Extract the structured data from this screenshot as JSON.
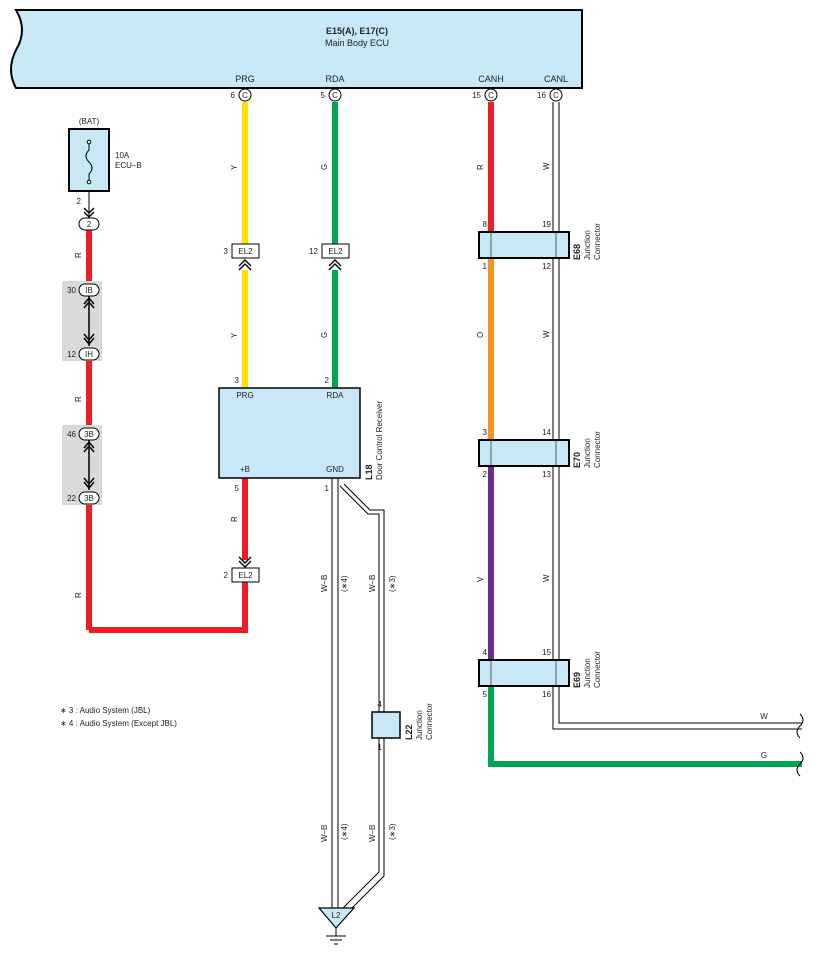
{
  "ecu": {
    "title": "E15(A), E17(C)",
    "subtitle": "Main Body ECU",
    "pins": [
      {
        "label": "PRG",
        "num": "6",
        "conn": "C"
      },
      {
        "label": "RDA",
        "num": "5",
        "conn": "C"
      },
      {
        "label": "CANH",
        "num": "15",
        "conn": "C"
      },
      {
        "label": "CANL",
        "num": "16",
        "conn": "C"
      }
    ]
  },
  "fuse": {
    "source": "(BAT)",
    "rating": "10A",
    "name": "ECU–B",
    "pin_out": "2",
    "conn_label": "2"
  },
  "connectors_left": [
    {
      "pin": "30",
      "label": "IB"
    },
    {
      "pin": "12",
      "label": "IH"
    },
    {
      "pin": "46",
      "label": "3B"
    },
    {
      "pin": "22",
      "label": "3B"
    }
  ],
  "el2": {
    "label": "EL2",
    "pins": {
      "prg": "3",
      "rda": "12",
      "plus_b": "2"
    }
  },
  "receiver": {
    "code": "L18",
    "name": "Door Control Receiver",
    "pins": {
      "prg": {
        "label": "PRG",
        "num": "3"
      },
      "rda": {
        "label": "RDA",
        "num": "2"
      },
      "plus_b": {
        "label": "+B",
        "num": "5"
      },
      "gnd": {
        "label": "GND",
        "num": "1"
      }
    }
  },
  "wire_colors": {
    "r": "R",
    "y": "Y",
    "g": "G",
    "w": "W",
    "o": "O",
    "v": "V",
    "wb": "W–B"
  },
  "variant_marks": {
    "star3": "(∗3)",
    "star4": "(∗4)"
  },
  "notes": [
    "∗ 3 : Audio System (JBL)",
    "∗ 4 : Audio System (Except JBL)"
  ],
  "junctions": [
    {
      "code": "E68",
      "title": "Junction",
      "sub": "Connector",
      "pins": {
        "tl": "8",
        "tr": "19",
        "bl": "1",
        "br": "12"
      }
    },
    {
      "code": "E70",
      "title": "Junction",
      "sub": "Connector",
      "pins": {
        "tl": "3",
        "tr": "14",
        "bl": "2",
        "br": "13"
      }
    },
    {
      "code": "E69",
      "title": "Junction",
      "sub": "Connector",
      "pins": {
        "tl": "4",
        "tr": "15",
        "bl": "5",
        "br": "16"
      }
    }
  ],
  "l22": {
    "code": "L22",
    "title": "Junction",
    "sub": "Connector",
    "pin_top": "4",
    "pin_bottom": "1"
  },
  "ground": {
    "label": "L2"
  },
  "out_wires": {
    "w": "W",
    "g": "G"
  },
  "colors": {
    "red": "#ee1c25",
    "yellow": "#ffe100",
    "green": "#00a651",
    "orange": "#f7941d",
    "violet": "#6a2c91",
    "box_fill": "#c8e8f8",
    "grey_band": "#d9d9d9"
  }
}
